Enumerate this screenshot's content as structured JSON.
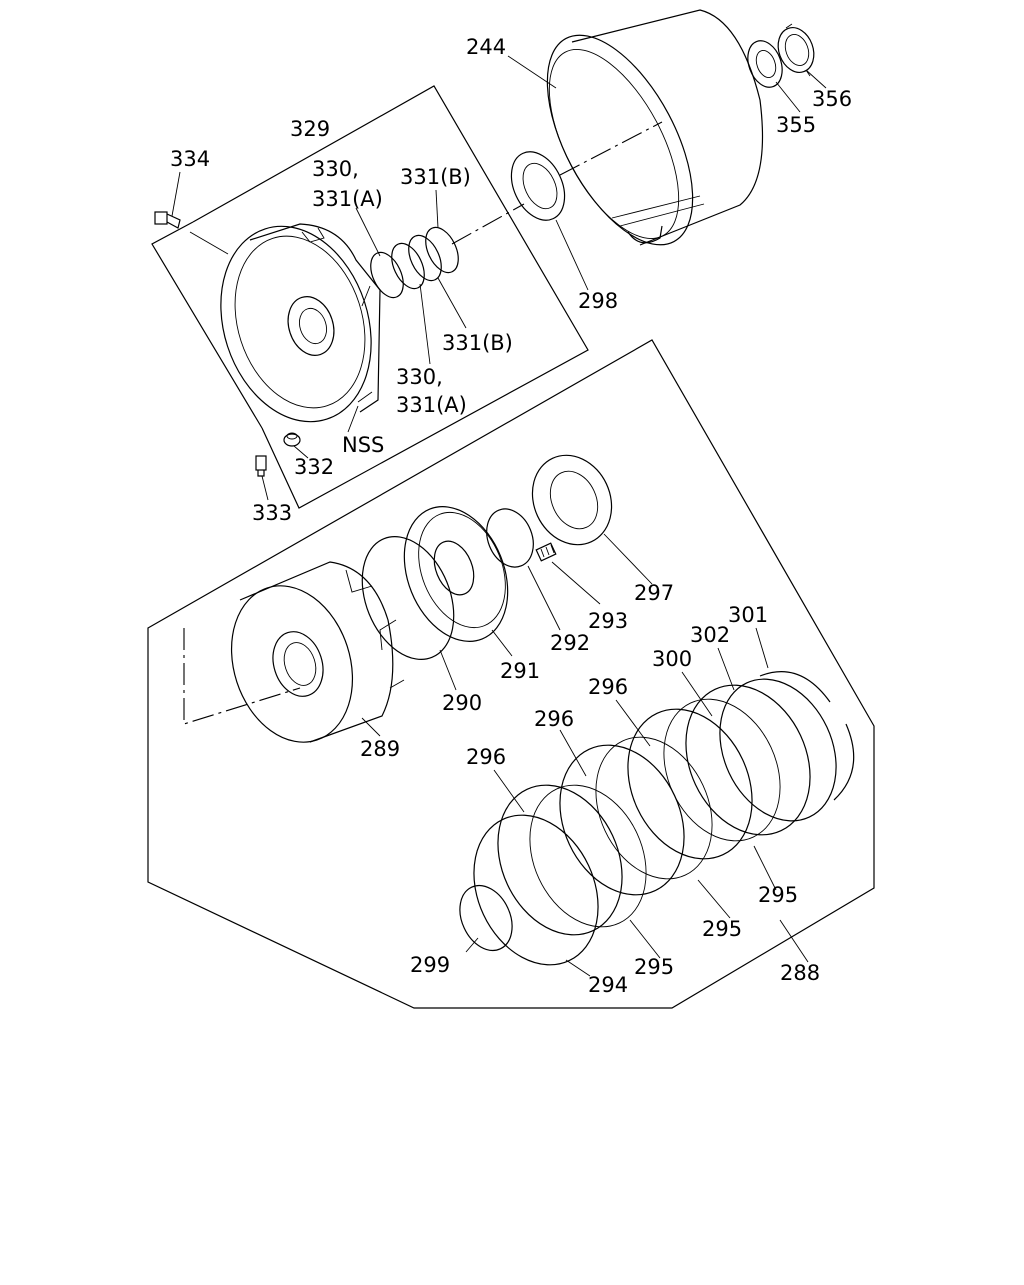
{
  "diagram": {
    "labels": {
      "l244": "244",
      "l356": "356",
      "l355": "355",
      "l329": "329",
      "l334": "334",
      "l330a": "330,",
      "l331a": "331(A)",
      "l331b": "331(B)",
      "l298": "298",
      "l331b2": "331(B)",
      "l330b": "330,",
      "l331a2": "331(A)",
      "lnss": "NSS",
      "l332": "332",
      "l333": "333",
      "l297": "297",
      "l293": "293",
      "l292": "292",
      "l291": "291",
      "l290": "290",
      "l289": "289",
      "l301": "301",
      "l302": "302",
      "l300": "300",
      "l296a": "296",
      "l296b": "296",
      "l296c": "296",
      "l295a": "295",
      "l295b": "295",
      "l295c": "295",
      "l299": "299",
      "l294": "294",
      "l288": "288"
    }
  }
}
